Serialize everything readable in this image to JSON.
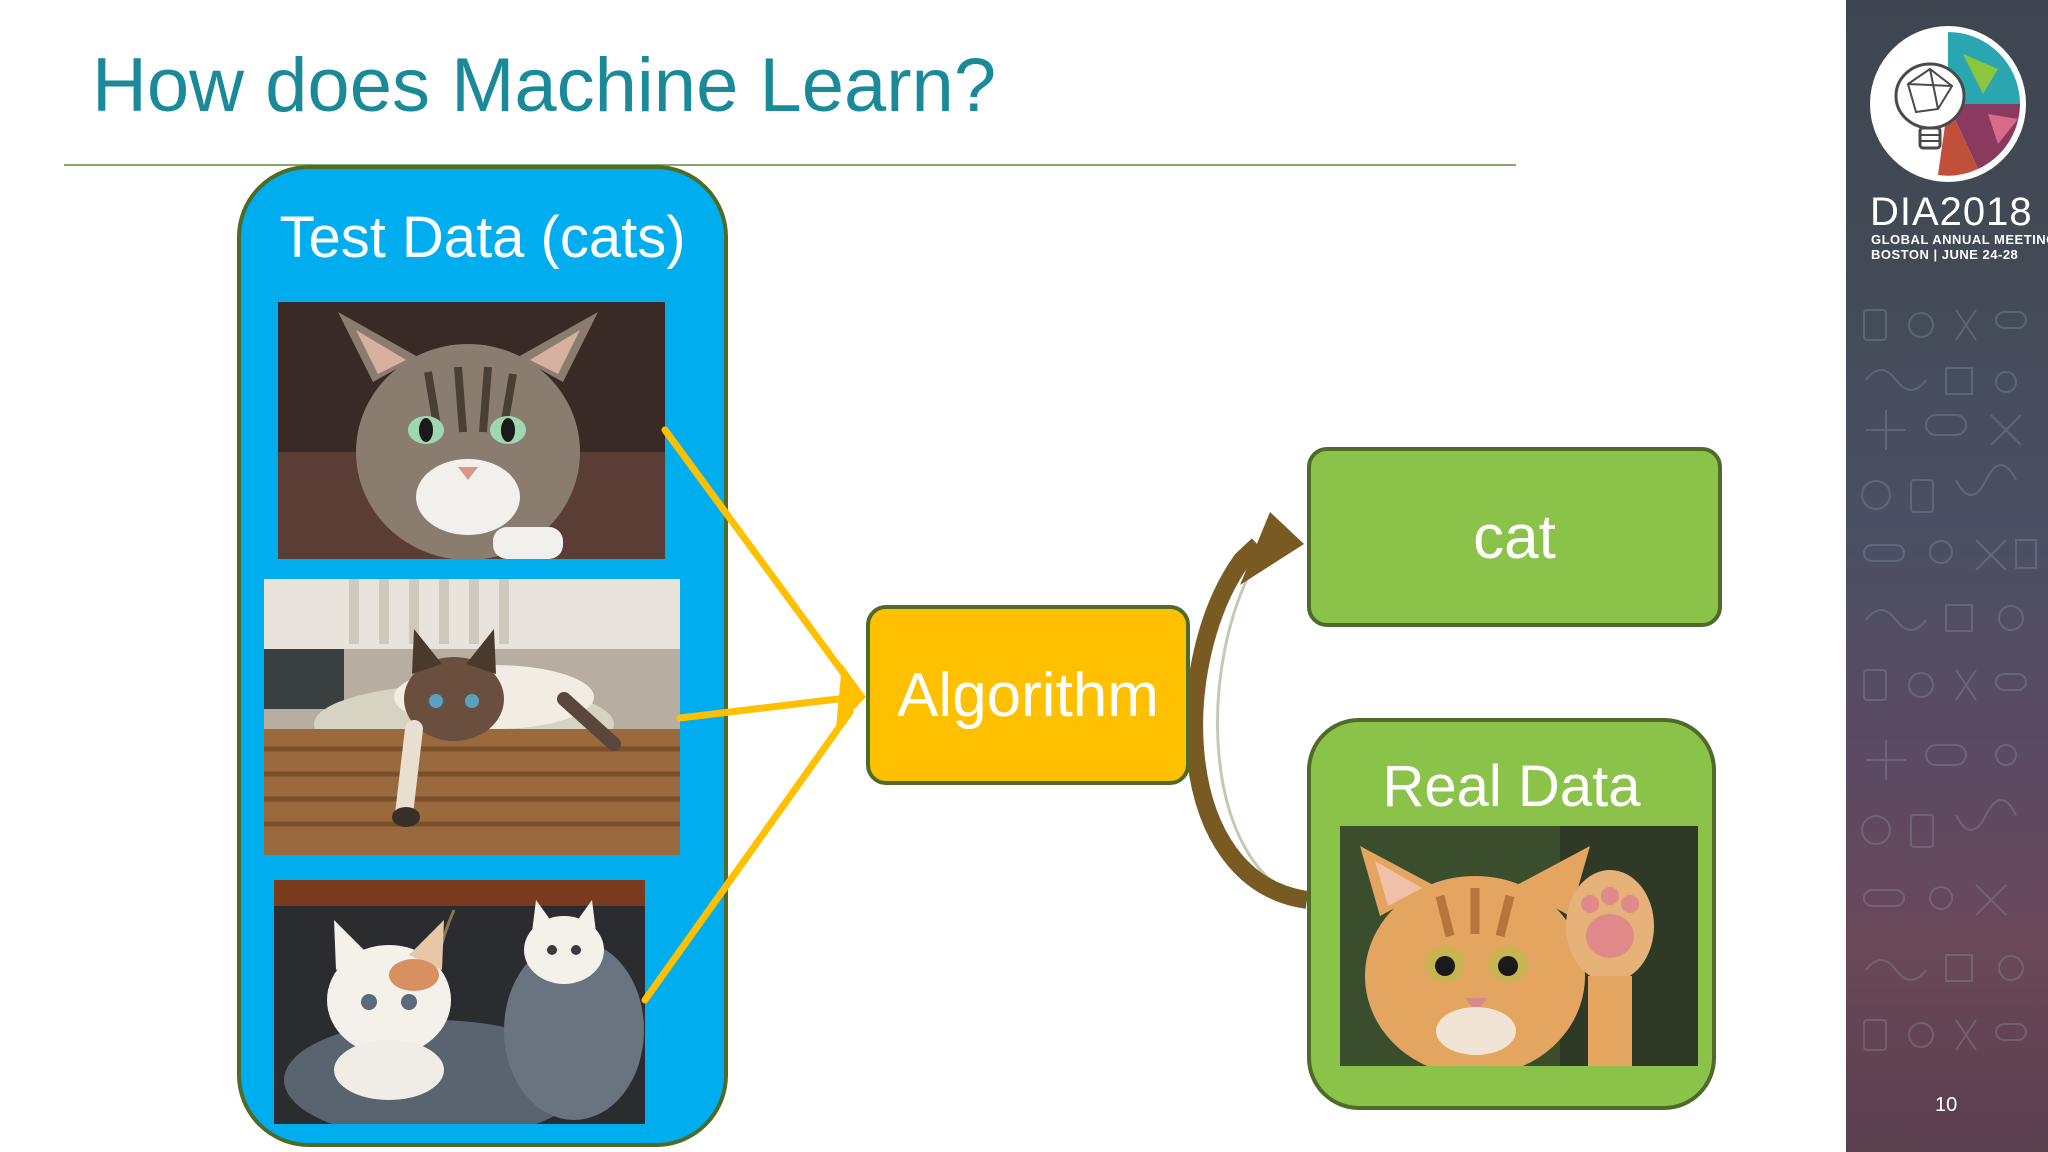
{
  "slide": {
    "title": "How does Machine Learn?",
    "page_number": "10"
  },
  "test_panel": {
    "label": "Test Data (cats)"
  },
  "algorithm_box": {
    "label": "Algorithm"
  },
  "output_box": {
    "label": "cat"
  },
  "real_panel": {
    "label": "Real Data"
  },
  "sidebar": {
    "event_name": "DIA2018",
    "event_line_1": "GLOBAL ANNUAL MEETING",
    "event_line_2": "BOSTON | JUNE 24-28"
  },
  "colors": {
    "title": "#1a8a98",
    "test_panel": "#00aeef",
    "algorithm": "#ffc000",
    "output": "#8bc34a",
    "border": "#4e6b27",
    "yellow_arrow": "#ffc000",
    "brown_arrow": "#7a5a23"
  }
}
